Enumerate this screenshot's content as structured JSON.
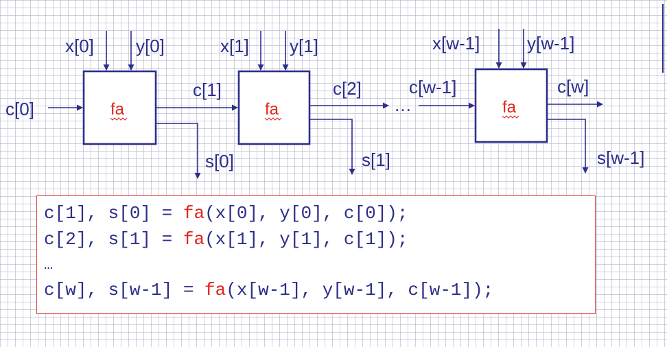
{
  "colors": {
    "ink": "#2b2f8a",
    "accent": "#e0261c",
    "code_border": "#d9443a"
  },
  "blocks": [
    {
      "label": "fa",
      "in_x": "x[0]",
      "in_y": "y[0]",
      "sum": "s[0]"
    },
    {
      "label": "fa",
      "in_x": "x[1]",
      "in_y": "y[1]",
      "sum": "s[1]"
    },
    {
      "label": "fa",
      "in_x": "x[w-1]",
      "in_y": "y[w-1]",
      "sum": "s[w-1]"
    }
  ],
  "carries": {
    "c0": "c[0]",
    "c1": "c[1]",
    "c2": "c[2]",
    "cw_minus_1": "c[w-1]",
    "cw": "c[w]"
  },
  "ellipsis": "…",
  "code": [
    {
      "pre": "c[1], s[0] = ",
      "fn": "fa",
      "post": "(x[0], y[0], c[0]);"
    },
    {
      "pre": "c[2], s[1] = ",
      "fn": "fa",
      "post": "(x[1], y[1], c[1]);"
    },
    {
      "pre": "…",
      "fn": "",
      "post": ""
    },
    {
      "pre": "c[w], s[w-1] = ",
      "fn": "fa",
      "post": "(x[w-1], y[w-1], c[w-1]);"
    }
  ]
}
